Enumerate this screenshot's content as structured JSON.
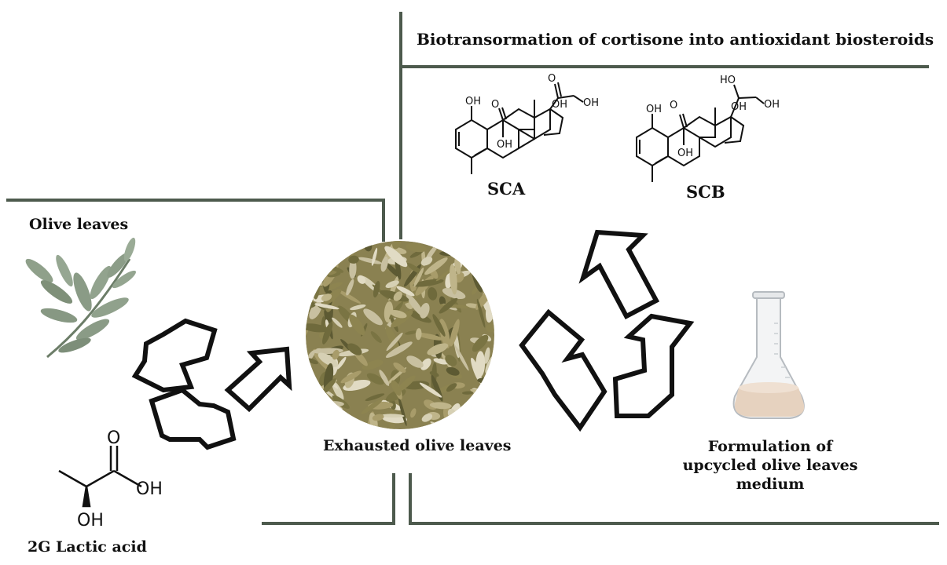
{
  "title": "Biotransormation of cortisone into antioxidant biosteroids",
  "labels": {
    "olive_leaves": "Olive leaves",
    "exhausted": "Exhausted olive leaves",
    "formulation": [
      "Formulation of",
      "upcycled olive leaves",
      "medium"
    ],
    "lactic_acid": "2G Lactic acid",
    "sca": "SCA",
    "scb": "SCB"
  },
  "chem_atoms": {
    "O": "O",
    "OH": "OH",
    "HO": "HO"
  },
  "colors": {
    "frame_line": "#4d5a4d",
    "arrow_stroke": "#111111",
    "leaf": "#8fa08a",
    "leaf_dark": "#6c7d68",
    "flask_liquid": "#e6d2bf"
  }
}
